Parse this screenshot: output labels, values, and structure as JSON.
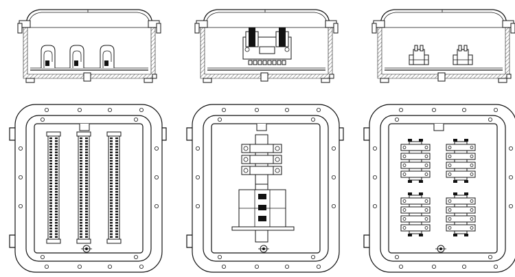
{
  "drawing": {
    "side_views": [
      {
        "variant": "terminal-strip"
      },
      {
        "variant": "breaker-block"
      },
      {
        "variant": "terminal-block-pairs"
      }
    ],
    "plan_views": [
      {
        "variant": "terminal-strip",
        "strip_count": 3
      },
      {
        "variant": "breaker-block"
      },
      {
        "variant": "terminal-block-pairs",
        "group_count": 4
      }
    ],
    "line_color": "#111111",
    "background_color": "#ffffff"
  }
}
